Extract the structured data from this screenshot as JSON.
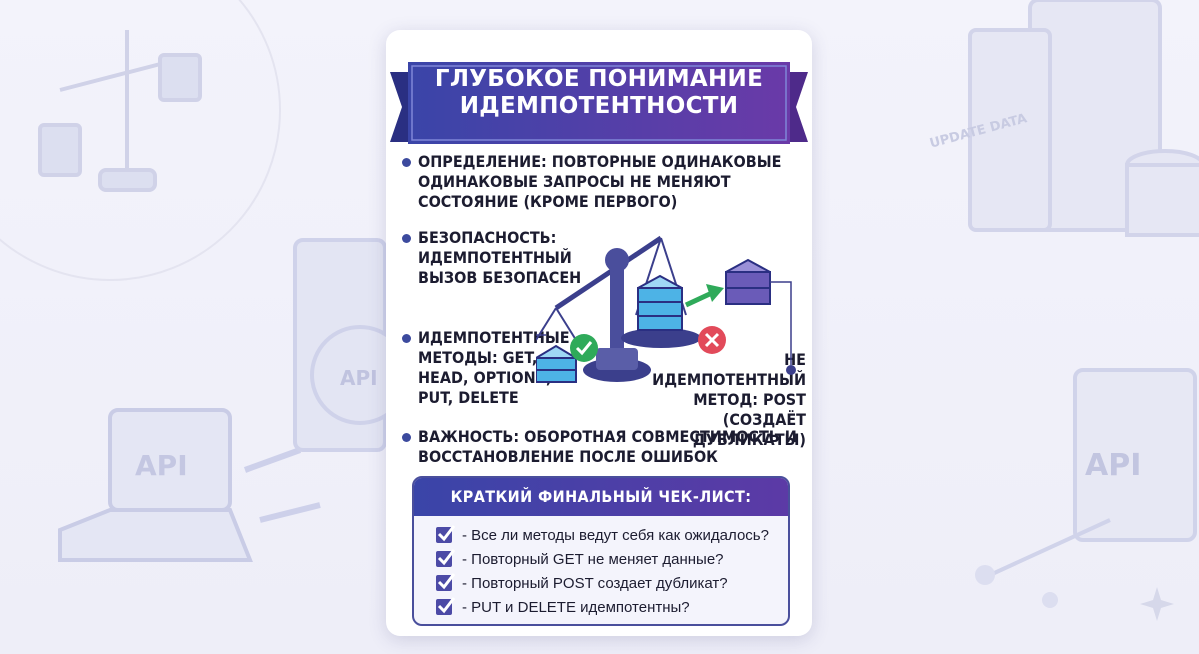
{
  "banner": {
    "title": "ГЛУБОКОЕ ПОНИМАНИЕ ИДЕМПОТЕНТНОСТИ"
  },
  "bullets": {
    "definition": "ОПРЕДЕЛЕНИЕ: ПОВТОРНЫЕ ОДИНАКОВЫЕ ОДИНАКОВЫЕ ЗАПРОСЫ НЕ МЕНЯЮТ СОСТОЯНИЕ (КРОМЕ ПЕРВОГО)",
    "safety": "БЕЗОПАСНОСТЬ: ИДЕМПОТЕНТНЫЙ ВЫЗОВ БЕЗОПАСЕН",
    "idempotent_methods": "ИДЕМПОТЕНТНЫЕ МЕТОДЫ: GET, HEAD, OPTIONS, PUT, DELETE",
    "non_idempotent": "НЕ ИДЕМПОТЕНТНЫЙ МЕТОД: POST (СОЗДАЁТ ДУБЛИКАТЫ)",
    "importance": "ВАЖНОСТЬ: ОБОРОТНАЯ СОВМЕСТИМОСТЬ И ВОССТАНОВЛЕНИЕ ПОСЛЕ ОШИБОК"
  },
  "checklist": {
    "title": "КРАТКИЙ ФИНАЛЬНЫЙ ЧЕК-ЛИСТ:",
    "items": [
      "- Все ли методы ведут себя как ожидалось?",
      "- Повторный GET не меняет данные?",
      "- Повторный POST создает дубликат?",
      "- PUT и DELETE идемпотентны?"
    ]
  },
  "background": {
    "api_label_left": "API",
    "api_label_gear": "API",
    "api_label_right": "API",
    "update_label": "UPDATE DATA"
  },
  "colors": {
    "banner": "#3b44a6",
    "banner_accent": "#6a3aa8",
    "check": "#4c4aa6",
    "success": "#2faa5a",
    "error": "#e24a5a"
  },
  "icons": [
    "scale-icon",
    "server-stack-icon",
    "check-circle-icon",
    "x-circle-icon",
    "arrow-right-icon",
    "laptop-icon",
    "gear-icon",
    "browser-window-icon",
    "database-icon",
    "sparkle-icon"
  ]
}
